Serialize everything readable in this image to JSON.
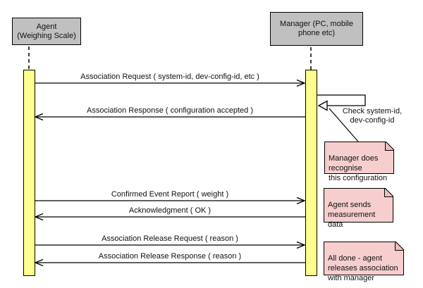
{
  "actors": [
    {
      "label": "Agent\n(Weighing Scale)"
    },
    {
      "label": "Manager (PC, mobile\nphone etc)"
    }
  ],
  "messages": [
    {
      "label": "Association Request ( system-id, dev-config-id, etc )",
      "direction": "right"
    },
    {
      "label": "Association Response ( configuration accepted )",
      "direction": "left"
    },
    {
      "label": "Confirmed Event Report ( weight )",
      "direction": "right"
    },
    {
      "label": "Acknowledgment ( OK )",
      "direction": "left"
    },
    {
      "label": "Association Release Request ( reason )",
      "direction": "right"
    },
    {
      "label": "Association Release Response ( reason )",
      "direction": "left"
    }
  ],
  "self_message": {
    "label": "Check system-id,\ndev-config-id"
  },
  "notes": [
    {
      "label": "Manager does\nrecognise\nthis configuration"
    },
    {
      "label": "Agent sends\nmeasurement\ndata"
    },
    {
      "label": "All done - agent\nreleases association\nwith manager"
    }
  ],
  "colors": {
    "actor_fill": "#C0C0C0",
    "activation_fill": "#FFFF8F",
    "note_fill": "#F6CECE",
    "line": "#000000",
    "background": "#FFFFFF"
  }
}
